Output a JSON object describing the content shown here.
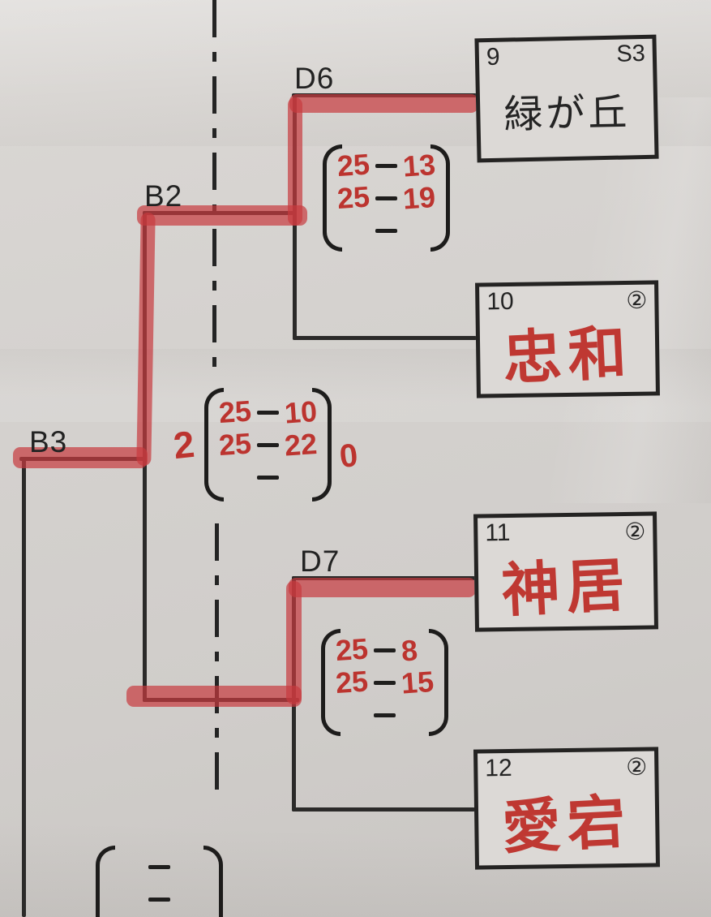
{
  "bracket": {
    "round_labels": {
      "d6": "D6",
      "b2": "B2",
      "b3": "B3",
      "d7": "D7"
    },
    "teams": [
      {
        "number": "9",
        "seed": "S3",
        "name": "緑が丘"
      },
      {
        "number": "10",
        "seed": "②",
        "name": "忠和"
      },
      {
        "number": "11",
        "seed": "②",
        "name": "神居"
      },
      {
        "number": "12",
        "seed": "②",
        "name": "愛宕"
      }
    ],
    "scores": {
      "d6": {
        "rows": [
          {
            "l": "25",
            "r": "13"
          },
          {
            "l": "25",
            "r": "19"
          },
          {
            "l": "",
            "r": ""
          }
        ]
      },
      "b": {
        "winner_sets": "2",
        "loser_sets": "0",
        "rows": [
          {
            "l": "25",
            "r": "10"
          },
          {
            "l": "25",
            "r": "22"
          },
          {
            "l": "",
            "r": ""
          }
        ]
      },
      "d7": {
        "rows": [
          {
            "l": "25",
            "r": "8"
          },
          {
            "l": "25",
            "r": "15"
          },
          {
            "l": "",
            "r": ""
          }
        ]
      },
      "bottom": {
        "rows": [
          {
            "l": "",
            "r": ""
          },
          {
            "l": "",
            "r": ""
          },
          {
            "l": "",
            "r": ""
          }
        ]
      }
    },
    "colors": {
      "marker_red": "#c73a3e",
      "handwriting_red": "#bc342f",
      "ink_black": "#2b2a29",
      "paper": "#d5d2cf"
    }
  }
}
